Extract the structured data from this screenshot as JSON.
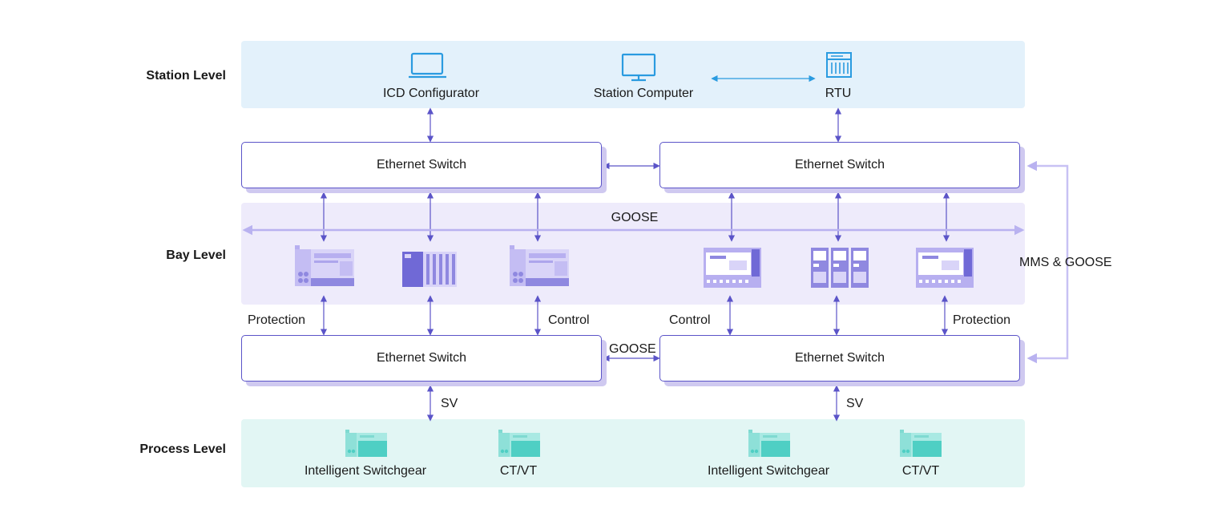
{
  "levels": {
    "station": "Station Level",
    "bay": "Bay Level",
    "process": "Process Level"
  },
  "station": {
    "icd_configurator": "ICD Configurator",
    "station_computer": "Station Computer",
    "rtu": "RTU"
  },
  "switches": {
    "top_left": "Ethernet Switch",
    "top_right": "Ethernet Switch",
    "bottom_left": "Ethernet Switch",
    "bottom_right": "Ethernet Switch"
  },
  "bay": {
    "goose_bus": "GOOSE",
    "mms_goose": "MMS & GOOSE",
    "protection_left": "Protection",
    "control_left": "Control",
    "control_right": "Control",
    "protection_right": "Protection",
    "goose_link": "GOOSE"
  },
  "process": {
    "sv_left": "SV",
    "sv_right": "SV",
    "switchgear_left": "Intelligent Switchgear",
    "ctvt_left": "CT/VT",
    "switchgear_right": "Intelligent Switchgear",
    "ctvt_right": "CT/VT"
  },
  "colors": {
    "station_band": "#e3f1fb",
    "bay_band": "#eeebfb",
    "process_band": "#e2f6f4",
    "station_icon": "#2a9be0",
    "wire": "#5b54c8",
    "bay_device": "#8f88e0",
    "process_device": "#4fcfc4"
  },
  "icons": {
    "icd_configurator": "laptop-icon",
    "station_computer": "monitor-icon",
    "rtu": "rtu-icon"
  }
}
